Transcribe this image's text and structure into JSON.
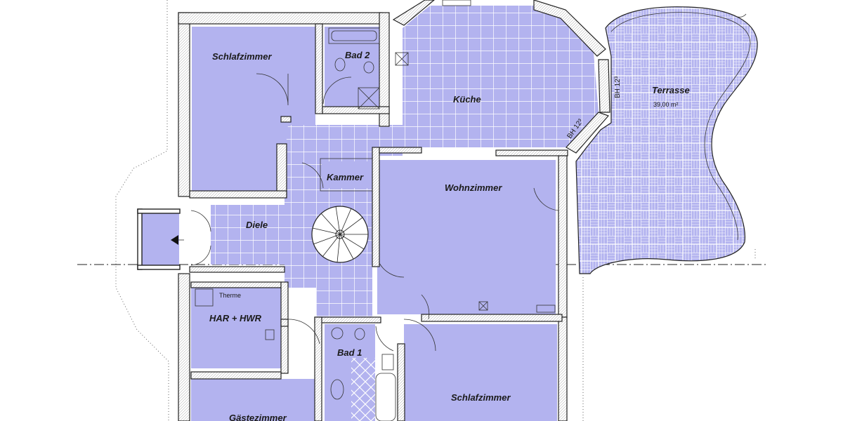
{
  "rooms": {
    "schlafzimmer_north": "Schlafzimmer",
    "bad_2": "Bad 2",
    "kueche": "Küche",
    "terrasse": "Terrasse",
    "terrasse_area": "39,00 m²",
    "kammer": "Kammer",
    "wohnzimmer": "Wohnzimmer",
    "diele": "Diele",
    "therme": "Therme",
    "har_hwr": "HAR + HWR",
    "bad_1": "Bad 1",
    "schlafzimmer_south": "Schlafzimmer",
    "gaestezimmer": "Gästezimmer"
  },
  "annotations": {
    "bh_east": "BH 12³",
    "bh_southeast": "BH 12³"
  },
  "colors": {
    "room_fill": "#b3b3ef",
    "wall": "#222222",
    "tile_line": "#ffffff",
    "background": "#ffffff"
  }
}
